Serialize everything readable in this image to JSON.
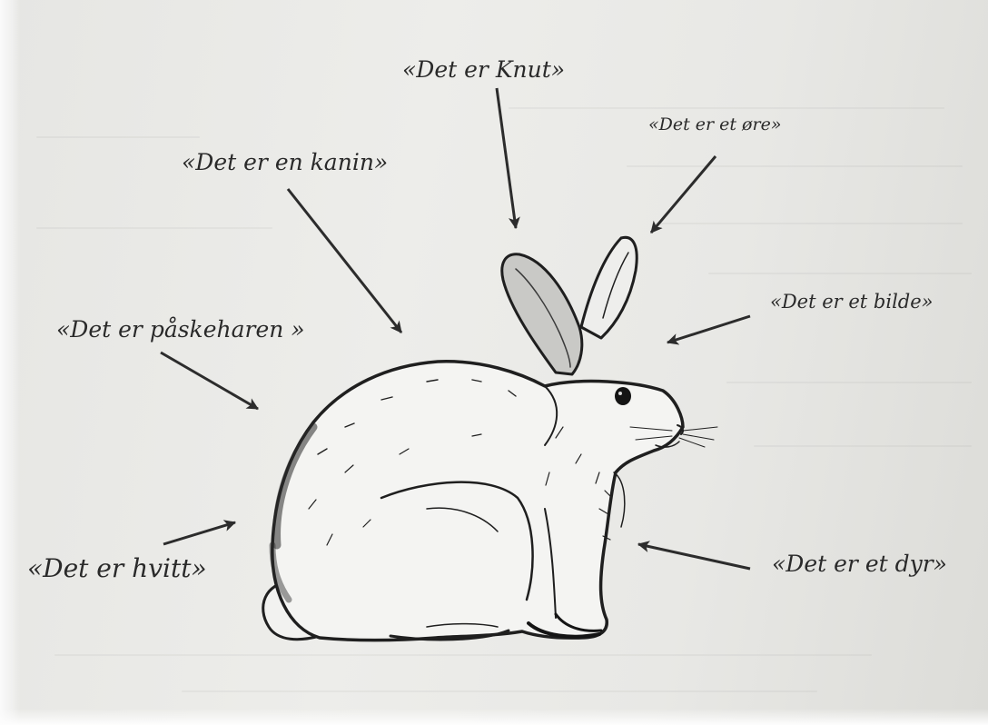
{
  "labels": {
    "knut": "«Det er Knut»",
    "ore": "«Det er et øre»",
    "kanin": "«Det er en kanin»",
    "bilde": "«Det er et bilde»",
    "paskeharen": "«Det er påskeharen »",
    "hvitt": "«Det er hvitt»",
    "dyr": "«Det er et dyr»"
  },
  "illustration": "rabbit-drawing",
  "colors": {
    "paper": "#ebebe8",
    "ink": "#2a2a2a"
  }
}
